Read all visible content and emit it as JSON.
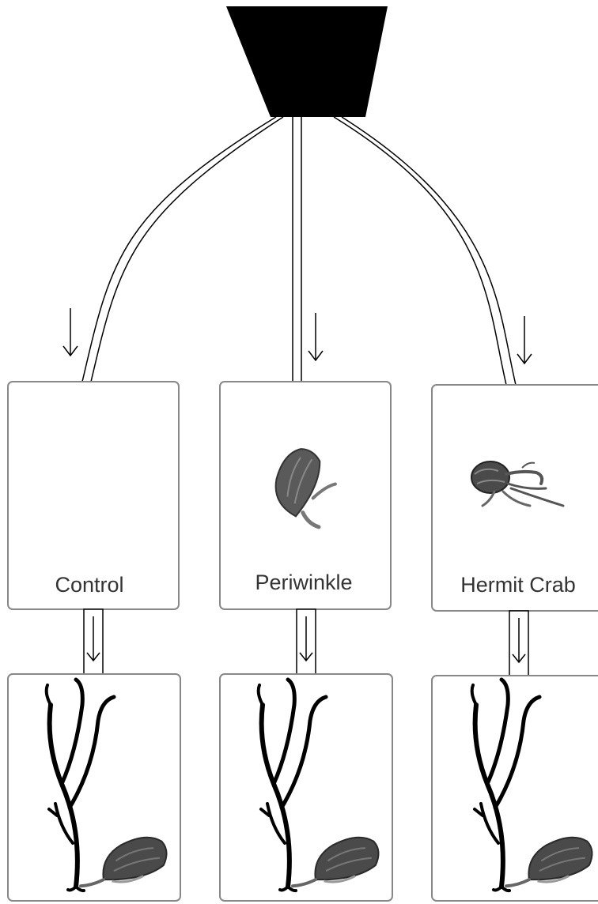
{
  "chambers": [
    {
      "label": "Control",
      "occupant": "none"
    },
    {
      "label": "Periwinkle",
      "occupant": "periwinkle-snail"
    },
    {
      "label": "Hermit Crab",
      "occupant": "hermit-crab"
    }
  ],
  "downstream_chambers": [
    {
      "contents": [
        "seaweed",
        "periwinkle-snail"
      ]
    },
    {
      "contents": [
        "seaweed",
        "periwinkle-snail"
      ]
    },
    {
      "contents": [
        "seaweed",
        "periwinkle-snail"
      ]
    }
  ],
  "icons": [
    "water-source-icon",
    "flow-arrow-icon",
    "periwinkle-icon",
    "hermit-crab-icon",
    "seaweed-icon"
  ],
  "colors": {
    "line": "#000000",
    "box_border": "#888888",
    "label": "#333333",
    "animal": "#555555"
  }
}
